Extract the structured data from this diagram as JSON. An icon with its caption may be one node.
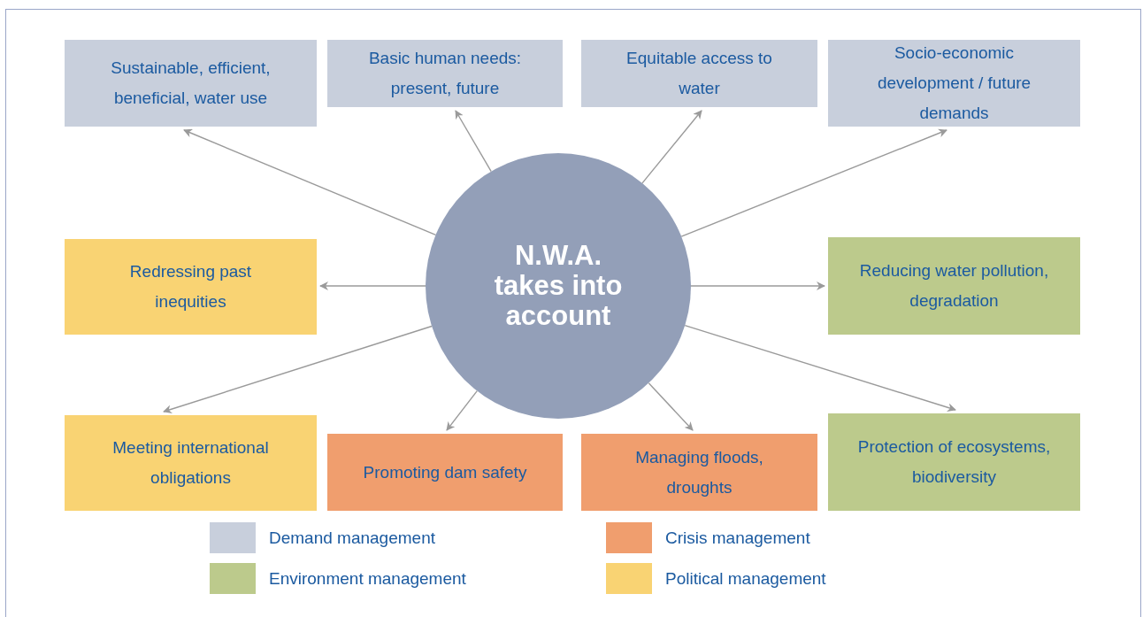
{
  "diagram": {
    "nodes": [
      {
        "text": [
          "Sustainable, efficient, beneficial, water use"
        ]
      },
      {
        "text": [
          "Basic human needs: present, future"
        ]
      },
      {
        "text": [
          "Equitable access to water"
        ]
      },
      {
        "text": [
          "Socio-economic development / future demands"
        ]
      },
      {
        "text": [
          "Redressing past inequities"
        ]
      },
      {
        "text": [
          "N.W.A. takes into account"
        ]
      },
      {
        "text": [
          "Reducing water pollution, degradation"
        ]
      },
      {
        "text": [
          "Meeting international obligations"
        ]
      },
      {
        "text": [
          "Promoting dam safety"
        ]
      },
      {
        "text": [
          "Managing floods, droughts"
        ]
      },
      {
        "text": [
          "Protection of ecosystems, biodiversity"
        ]
      }
    ],
    "edges": [
      {
        "from": 5,
        "to": 0,
        "arrow": "to"
      },
      {
        "from": 5,
        "to": 1,
        "arrow": "to"
      },
      {
        "from": 5,
        "to": 2,
        "arrow": "to"
      },
      {
        "from": 5,
        "to": 3,
        "arrow": "to"
      },
      {
        "from": 5,
        "to": 4,
        "arrow": "to"
      },
      {
        "from": 5,
        "to": 6,
        "arrow": "to"
      },
      {
        "from": 5,
        "to": 7,
        "arrow": "to"
      },
      {
        "from": 5,
        "to": 8,
        "arrow": "to"
      },
      {
        "from": 5,
        "to": 9,
        "arrow": "to"
      },
      {
        "from": 5,
        "to": 10,
        "arrow": "to"
      }
    ],
    "legend": [
      {
        "text": "Demand management",
        "color": "#c8cfdc"
      },
      {
        "text": "Crisis management",
        "color": "#f09e6e"
      },
      {
        "text": "Environment management",
        "color": "#bcca8c"
      },
      {
        "text": "Political management",
        "color": "#f9d373"
      }
    ]
  }
}
